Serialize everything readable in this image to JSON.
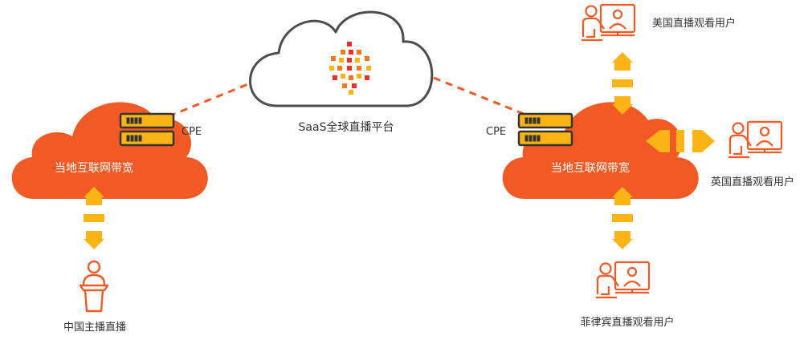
{
  "colors": {
    "orange": "#f15a24",
    "yellow": "#fbb415",
    "cloud_outline": "#4d4d4d",
    "server_body": "#fbb415",
    "server_frame": "#333333",
    "logo_red": "#e8322a",
    "logo_orange": "#f47920",
    "logo_yellow": "#fbb415"
  },
  "platform": {
    "label": "SaaS全球直播平台",
    "icon": "platform-logo-dots"
  },
  "left_site": {
    "cloud_label": "当地互联网带宽",
    "cpe_label": "CPE",
    "endpoint_label": "中国主播直播",
    "endpoint_icon": "broadcaster-podium-icon"
  },
  "right_site": {
    "cloud_label": "当地互联网带宽",
    "cpe_label": "CPE",
    "viewers": [
      {
        "label": "美国直播观看用户",
        "icon": "viewer-monitor-icon"
      },
      {
        "label": "英国直播观看用户",
        "icon": "viewer-monitor-icon"
      },
      {
        "label": "菲律宾直播观看用户",
        "icon": "viewer-monitor-icon"
      }
    ]
  }
}
